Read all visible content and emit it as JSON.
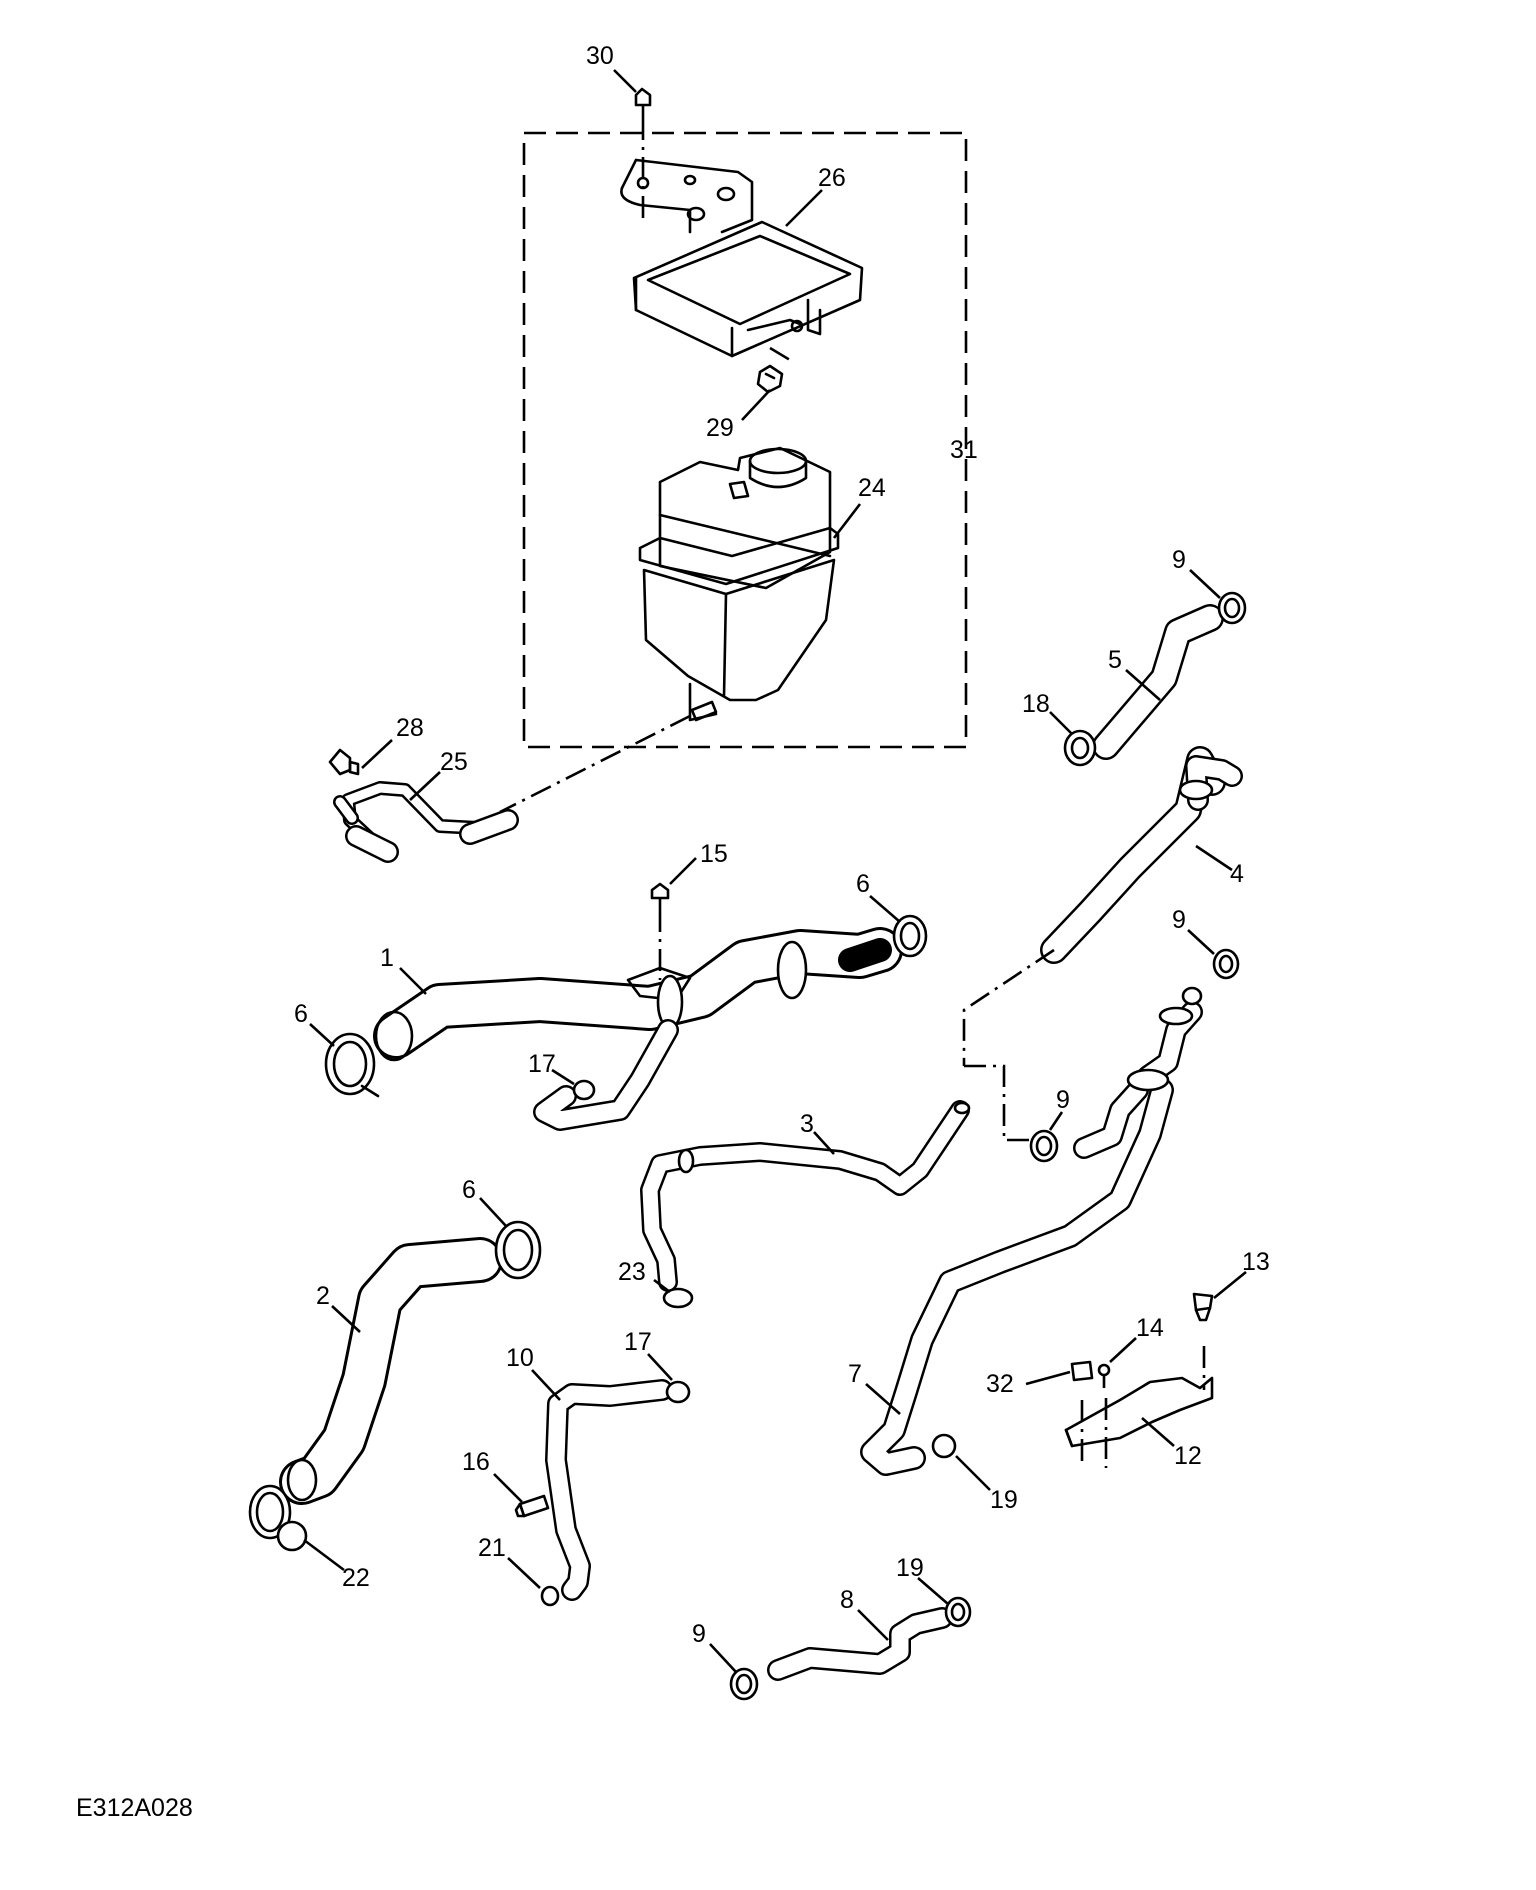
{
  "diagram": {
    "reference_code": "E312A028",
    "callouts": [
      "30",
      "26",
      "29",
      "31",
      "24",
      "28",
      "25",
      "9",
      "5",
      "18",
      "4",
      "15",
      "6",
      "1",
      "6",
      "17",
      "9",
      "9",
      "3",
      "6",
      "2",
      "23",
      "10",
      "17",
      "16",
      "21",
      "22",
      "7",
      "19",
      "13",
      "14",
      "32",
      "12",
      "8",
      "19",
      "9"
    ]
  }
}
